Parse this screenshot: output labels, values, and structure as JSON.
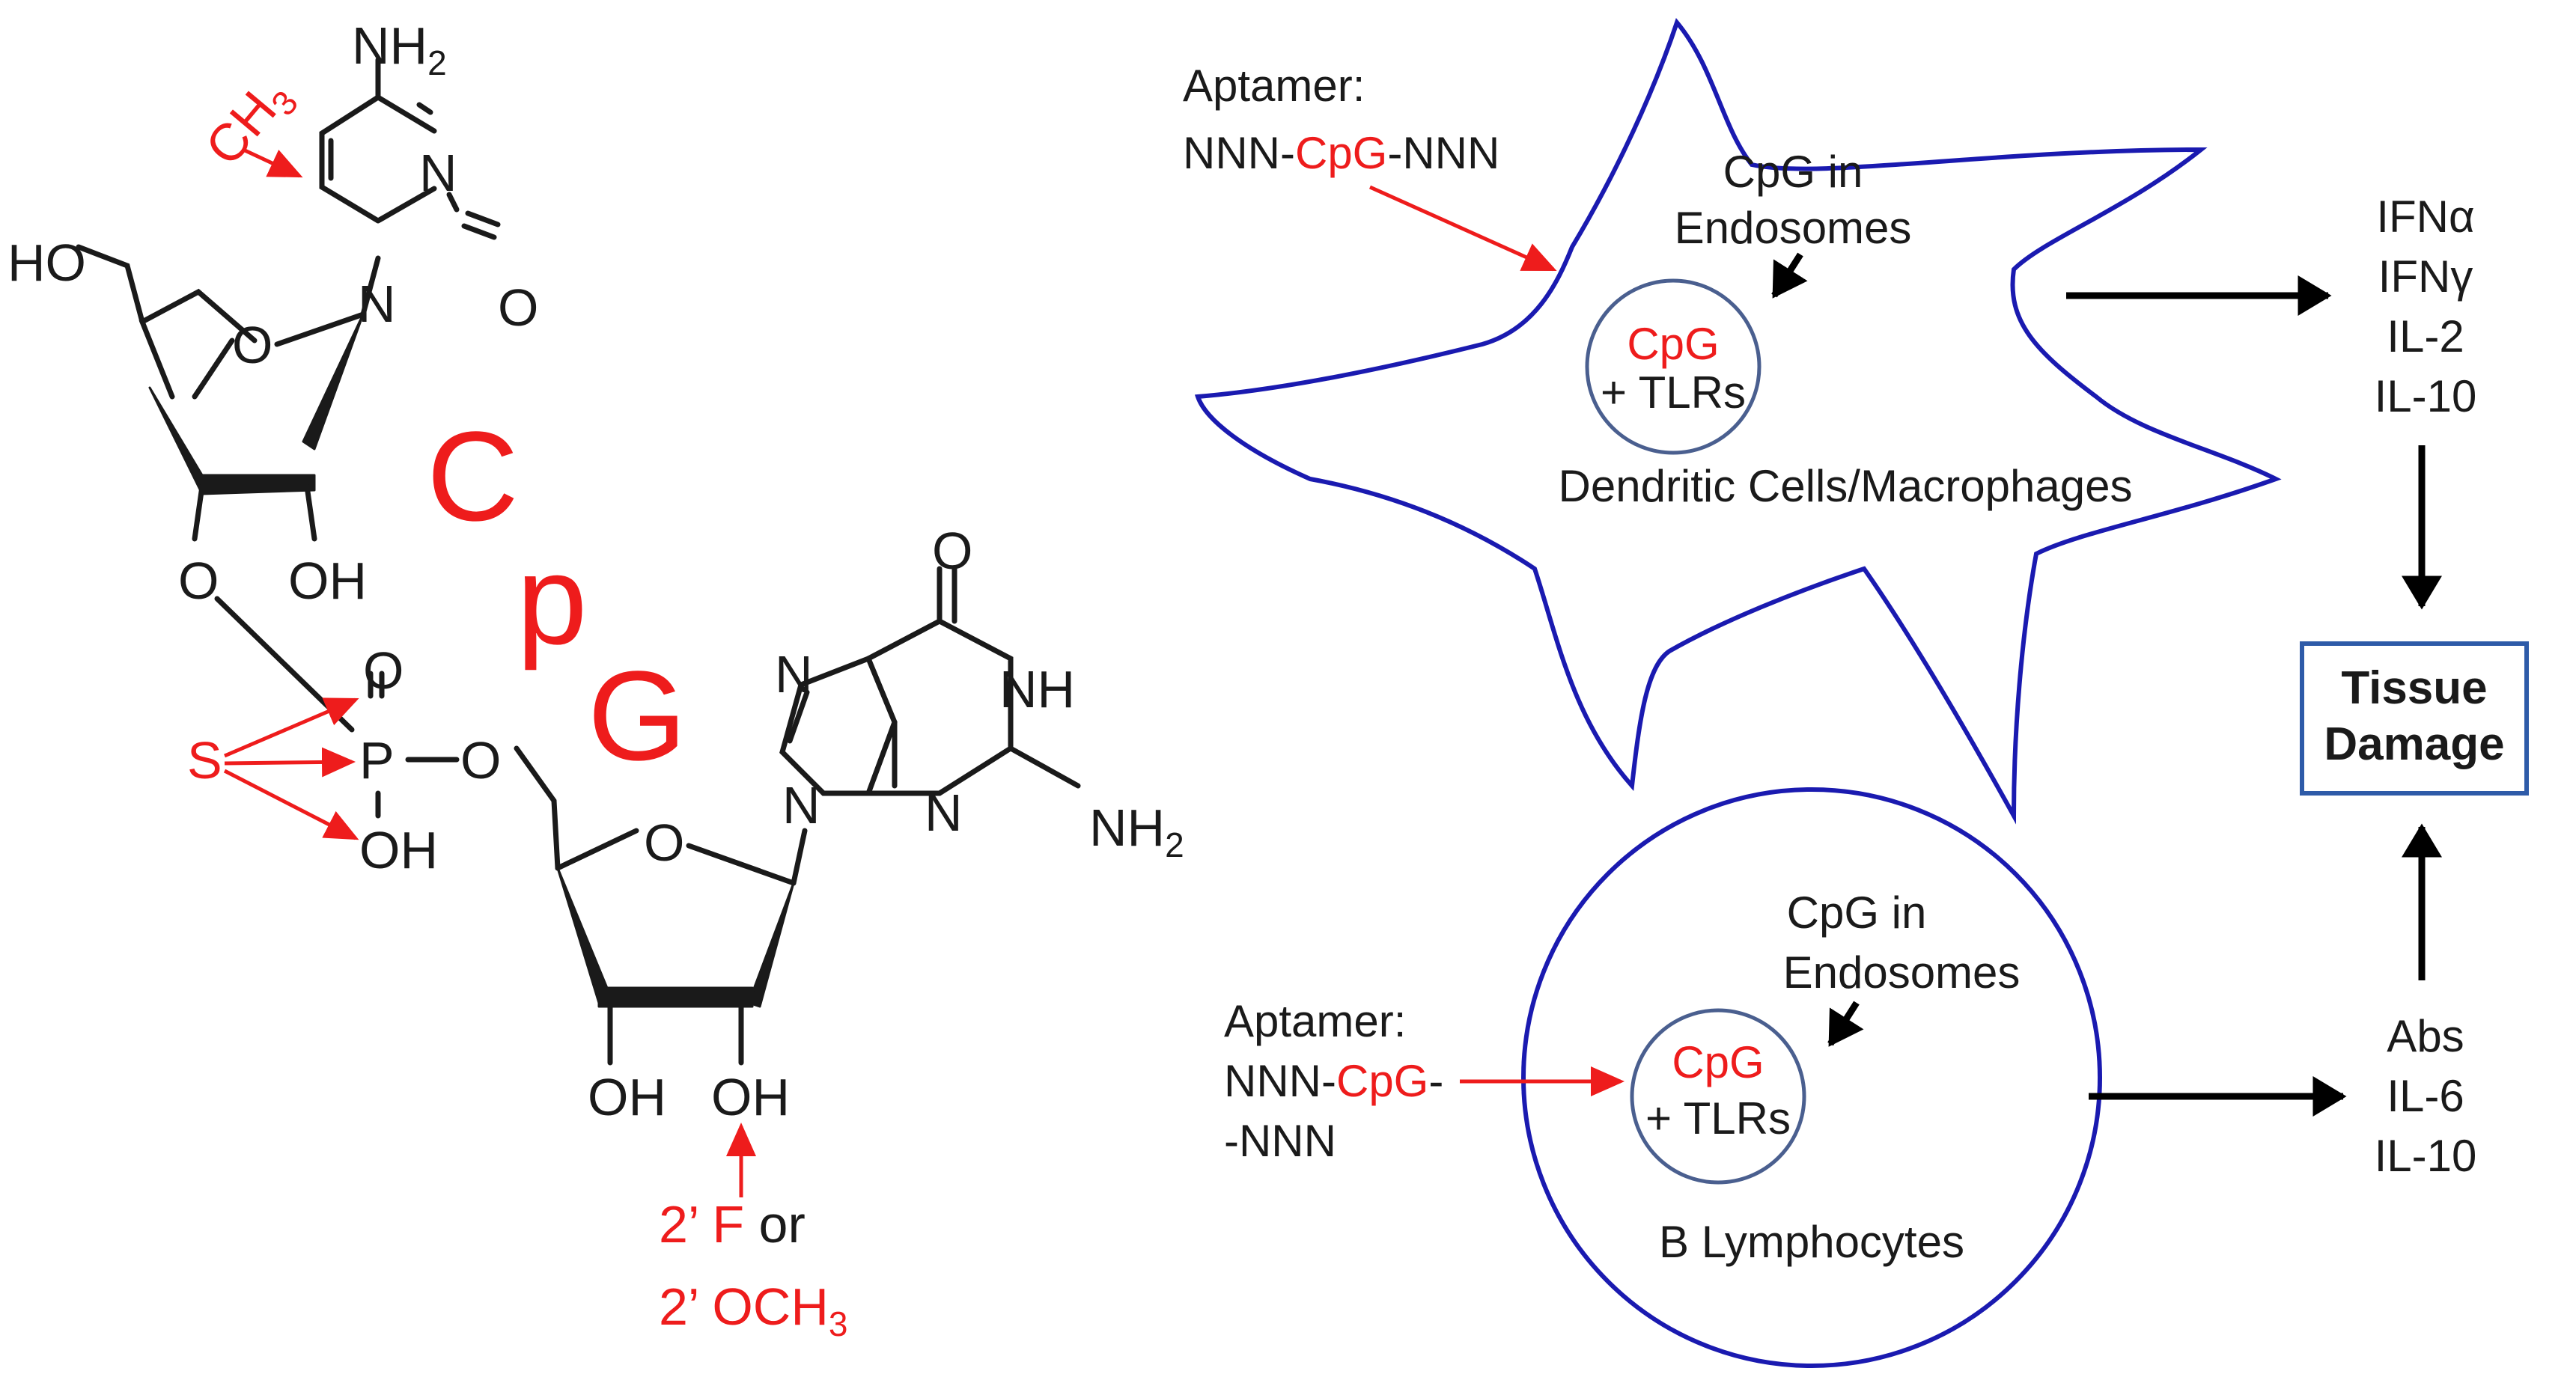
{
  "molecule": {
    "nh2": "NH",
    "nh2_sub": "2",
    "ch3": "CH",
    "ch3_sub": "3",
    "n": "N",
    "o": "O",
    "ho": "HO",
    "oh": "OH",
    "p": "P",
    "s": "S",
    "nh": "NH",
    "big_c": "C",
    "big_p": "p",
    "big_g": "G",
    "mod_f_prefix": "2’ ",
    "mod_f": "F",
    "mod_or": " or",
    "mod_och3": "2’ OCH",
    "mod_och3_sub": "3"
  },
  "pathway": {
    "dc": {
      "aptamer_label": "Aptamer:",
      "aptamer_seq": [
        "NNN-",
        "CpG",
        "-NNN"
      ],
      "cpg_in": "CpG in",
      "endosomes": "Endosomes",
      "cpg": "CpG",
      "tlrs": "+ TLRs",
      "cell_name": "Dendritic Cells/Macrophages",
      "cytokines": [
        "IFNα",
        "IFNγ",
        "IL-2",
        "IL-10"
      ]
    },
    "b": {
      "aptamer_label": "Aptamer:",
      "aptamer_seq_line1": [
        "NNN-",
        "CpG",
        "-"
      ],
      "aptamer_seq_line2": "-NNN",
      "cpg_in": "CpG in",
      "endosomes": "Endosomes",
      "cpg": "CpG",
      "tlrs": "+ TLRs",
      "cell_name": "B Lymphocytes",
      "outputs": [
        "Abs",
        "IL-6",
        "IL-10"
      ]
    },
    "outcome": [
      "Tissue",
      "Damage"
    ]
  },
  "colors": {
    "highlight": "#ee1c1c",
    "cell_outline": "#1a1ab0",
    "endosome_outline": "#4a5f8f",
    "box_outline": "#2e5ba8",
    "text": "#1a1a1a"
  }
}
